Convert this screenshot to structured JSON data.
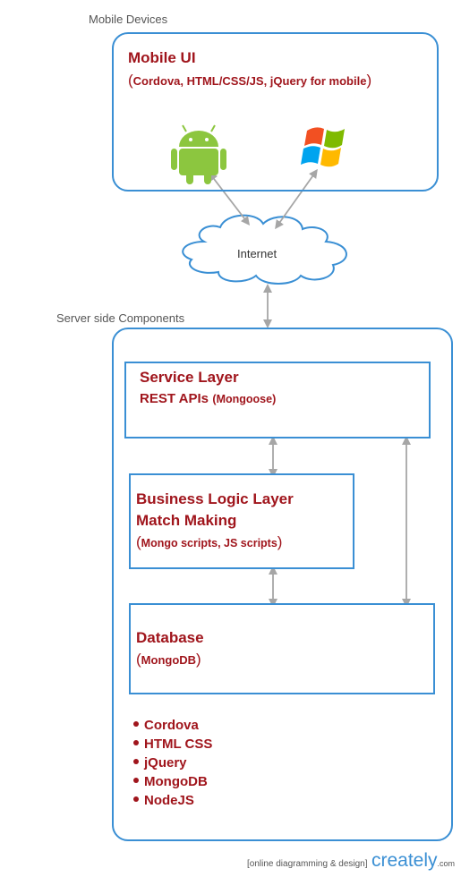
{
  "mobile_section": {
    "caption": "Mobile Devices",
    "title": "Mobile UI",
    "subtitle_open": "(",
    "subtitle_text": "Cordova, HTML/CSS/JS, jQuery for mobile",
    "subtitle_close": ")"
  },
  "internet": {
    "label": "Internet"
  },
  "server_section": {
    "caption": "Server side Components",
    "service_layer": {
      "title": "Service Layer",
      "line2_main": "REST APIs",
      "line2_small": "(Mongoose)"
    },
    "business_layer": {
      "title1": "Business Logic Layer",
      "title2": "Match Making",
      "sub_open": "(",
      "sub_text": "Mongo scripts, JS scripts",
      "sub_close": ")"
    },
    "database": {
      "title": "Database",
      "sub_open": "(",
      "sub_text": "MongoDB",
      "sub_close": ")"
    },
    "technologies": [
      "Cordova",
      "HTML CSS",
      "jQuery",
      "MongoDB",
      "NodeJS"
    ]
  },
  "watermark": {
    "text": "[online diagramming & design]",
    "logo": "creately",
    "suffix": ".com"
  },
  "colors": {
    "border": "#3a8fd4",
    "title": "#a0151c",
    "arrow": "#a6a6a6",
    "android": "#8cc63f"
  },
  "icons": [
    "android-icon",
    "windows-icon",
    "cloud-icon"
  ]
}
